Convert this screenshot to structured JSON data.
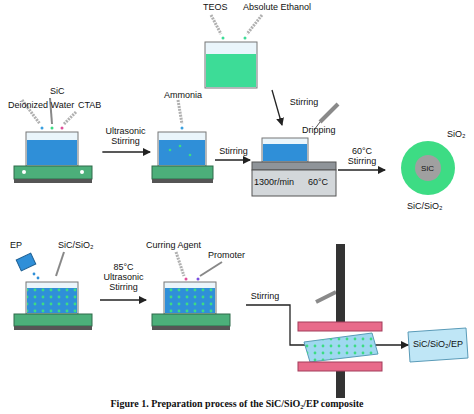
{
  "diagram": {
    "caption": "Figure 1. Preparation process of the SiC/SiO₂/EP composite",
    "nodes": [
      {
        "text": [
          "TEOS",
          "Absolute Ethanol"
        ]
      },
      {
        "text": [
          "Deionized Water",
          "SiC",
          "CTAB"
        ]
      },
      {
        "text": [
          "Ammonia"
        ]
      },
      {
        "text": [
          "Dripping",
          "1300r/min",
          "60°C"
        ]
      },
      {
        "text": [
          "SiC",
          "SiO₂",
          "SiC/SiO₂"
        ]
      },
      {
        "text": [
          "EP",
          "SiC/SiO₂"
        ]
      },
      {
        "text": [
          "Curring Agent",
          "Promoter"
        ]
      },
      {
        "text": [
          "SiC/SiO₂/EP"
        ]
      }
    ],
    "edges": [
      {
        "from": 0,
        "to": 3,
        "label": "Stirring",
        "arrow": "to"
      },
      {
        "from": 1,
        "to": 2,
        "label": "Ultrasonic Stirring",
        "arrow": "to"
      },
      {
        "from": 2,
        "to": 3,
        "label": "Stirring",
        "arrow": "to"
      },
      {
        "from": 3,
        "to": 4,
        "label": "60°C Stirring",
        "arrow": "to"
      },
      {
        "from": 5,
        "to": 6,
        "label": "85°C Ultrasonic Stirring",
        "arrow": "to"
      },
      {
        "from": 6,
        "to": 7,
        "label": "Stirring",
        "arrow": "to"
      }
    ]
  }
}
